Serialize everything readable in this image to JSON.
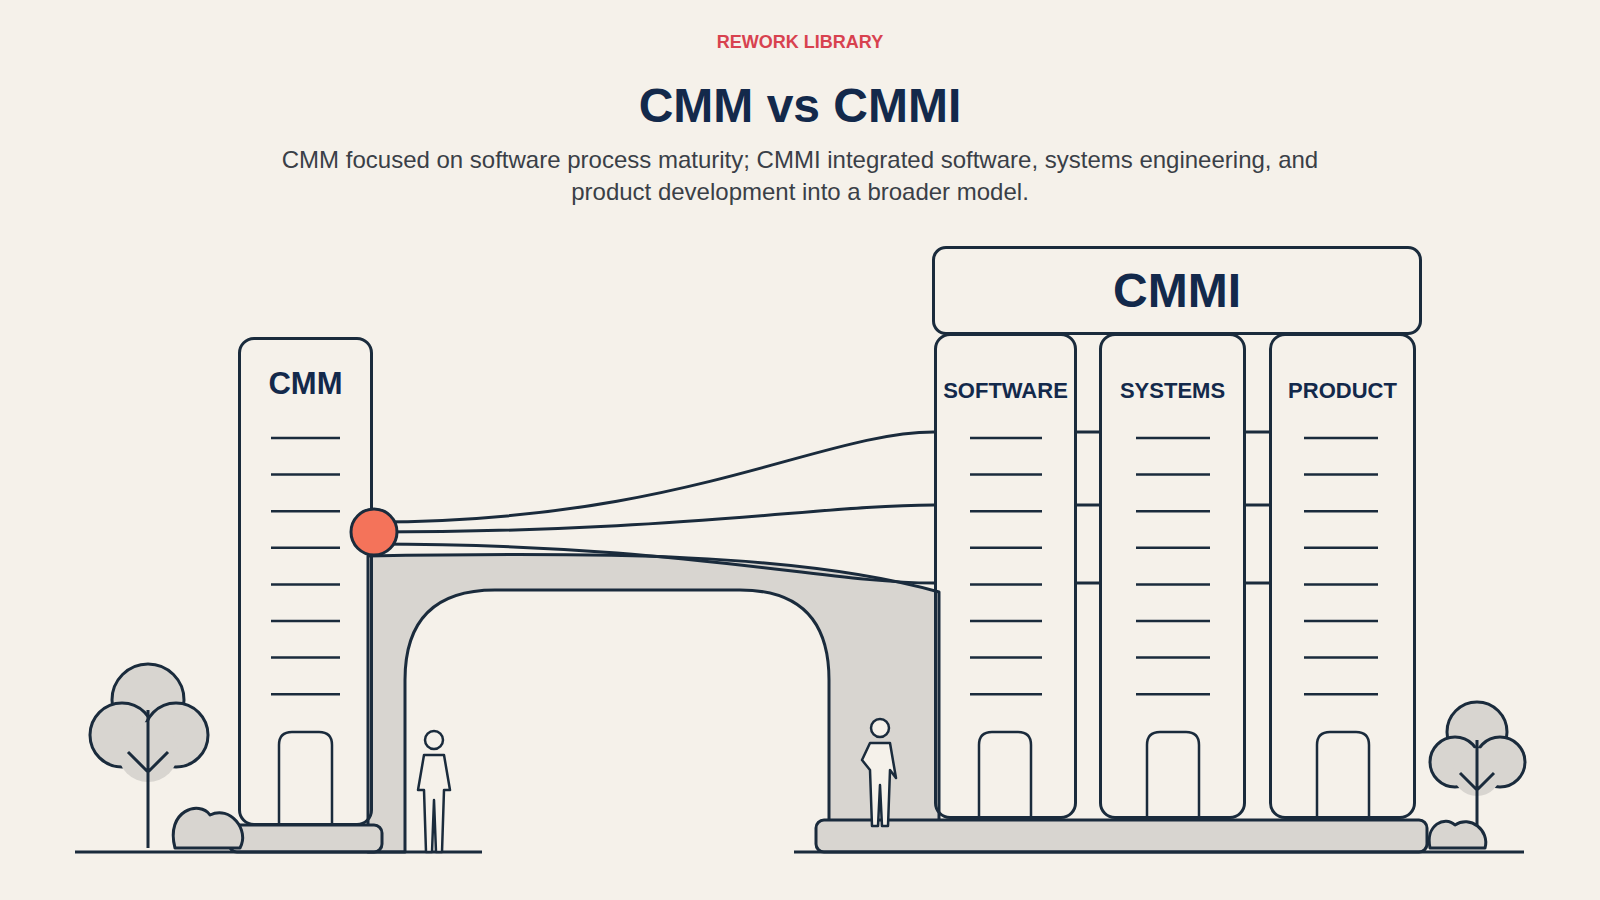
{
  "diagram": {
    "title": "CMM vs CMMI",
    "caption": "CMM focused on software process maturity; CMMI integrated software, systems engineering, and product development into a broader model.",
    "nodes": [
      {
        "text": [
          "CMM"
        ]
      },
      {
        "text": [
          "CMMI"
        ]
      },
      {
        "text": [
          "SOFTWARE"
        ]
      },
      {
        "text": [
          "SYSTEMS"
        ]
      },
      {
        "text": [
          "PRODUCT"
        ]
      }
    ],
    "edges": [
      {
        "from": 0,
        "to": 2,
        "arrow": "none"
      },
      {
        "from": 0,
        "to": 2,
        "arrow": "none"
      },
      {
        "from": 0,
        "to": 2,
        "arrow": "none"
      },
      {
        "from": 2,
        "to": 3,
        "arrow": "none"
      },
      {
        "from": 2,
        "to": 3,
        "arrow": "none"
      },
      {
        "from": 2,
        "to": 3,
        "arrow": "none"
      },
      {
        "from": 3,
        "to": 4,
        "arrow": "none"
      },
      {
        "from": 3,
        "to": 4,
        "arrow": "none"
      },
      {
        "from": 3,
        "to": 4,
        "arrow": "none"
      }
    ],
    "labels": [
      "REWORK LIBRARY"
    ]
  }
}
